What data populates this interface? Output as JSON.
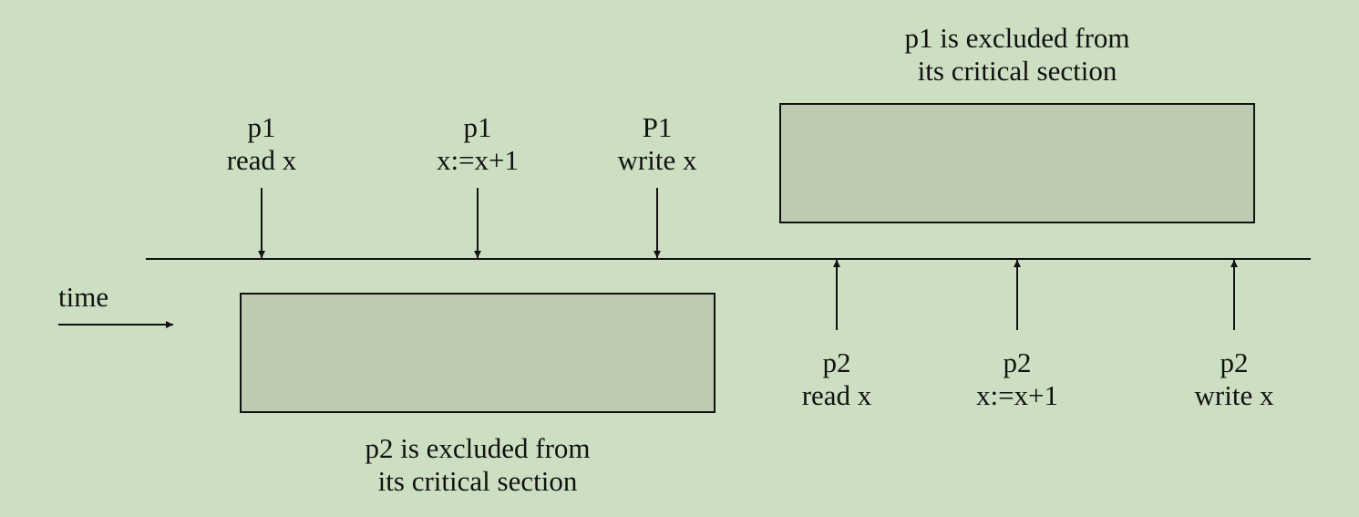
{
  "colors": {
    "background": "#cddfc2",
    "box_fill": "#bccbb1",
    "stroke": "#111111"
  },
  "timeline": {
    "label": "time"
  },
  "p1_events": [
    {
      "process": "p1",
      "action": "read x"
    },
    {
      "process": "p1",
      "action": "x:=x+1"
    },
    {
      "process": "P1",
      "action": "write x"
    }
  ],
  "p2_events": [
    {
      "process": "p2",
      "action": "read x"
    },
    {
      "process": "p2",
      "action": "x:=x+1"
    },
    {
      "process": "p2",
      "action": "write x"
    }
  ],
  "regions": {
    "p1_excluded": {
      "line1": "p1 is excluded from",
      "line2": "its critical section"
    },
    "p2_excluded": {
      "line1": "p2 is excluded from",
      "line2": "its critical section"
    }
  }
}
